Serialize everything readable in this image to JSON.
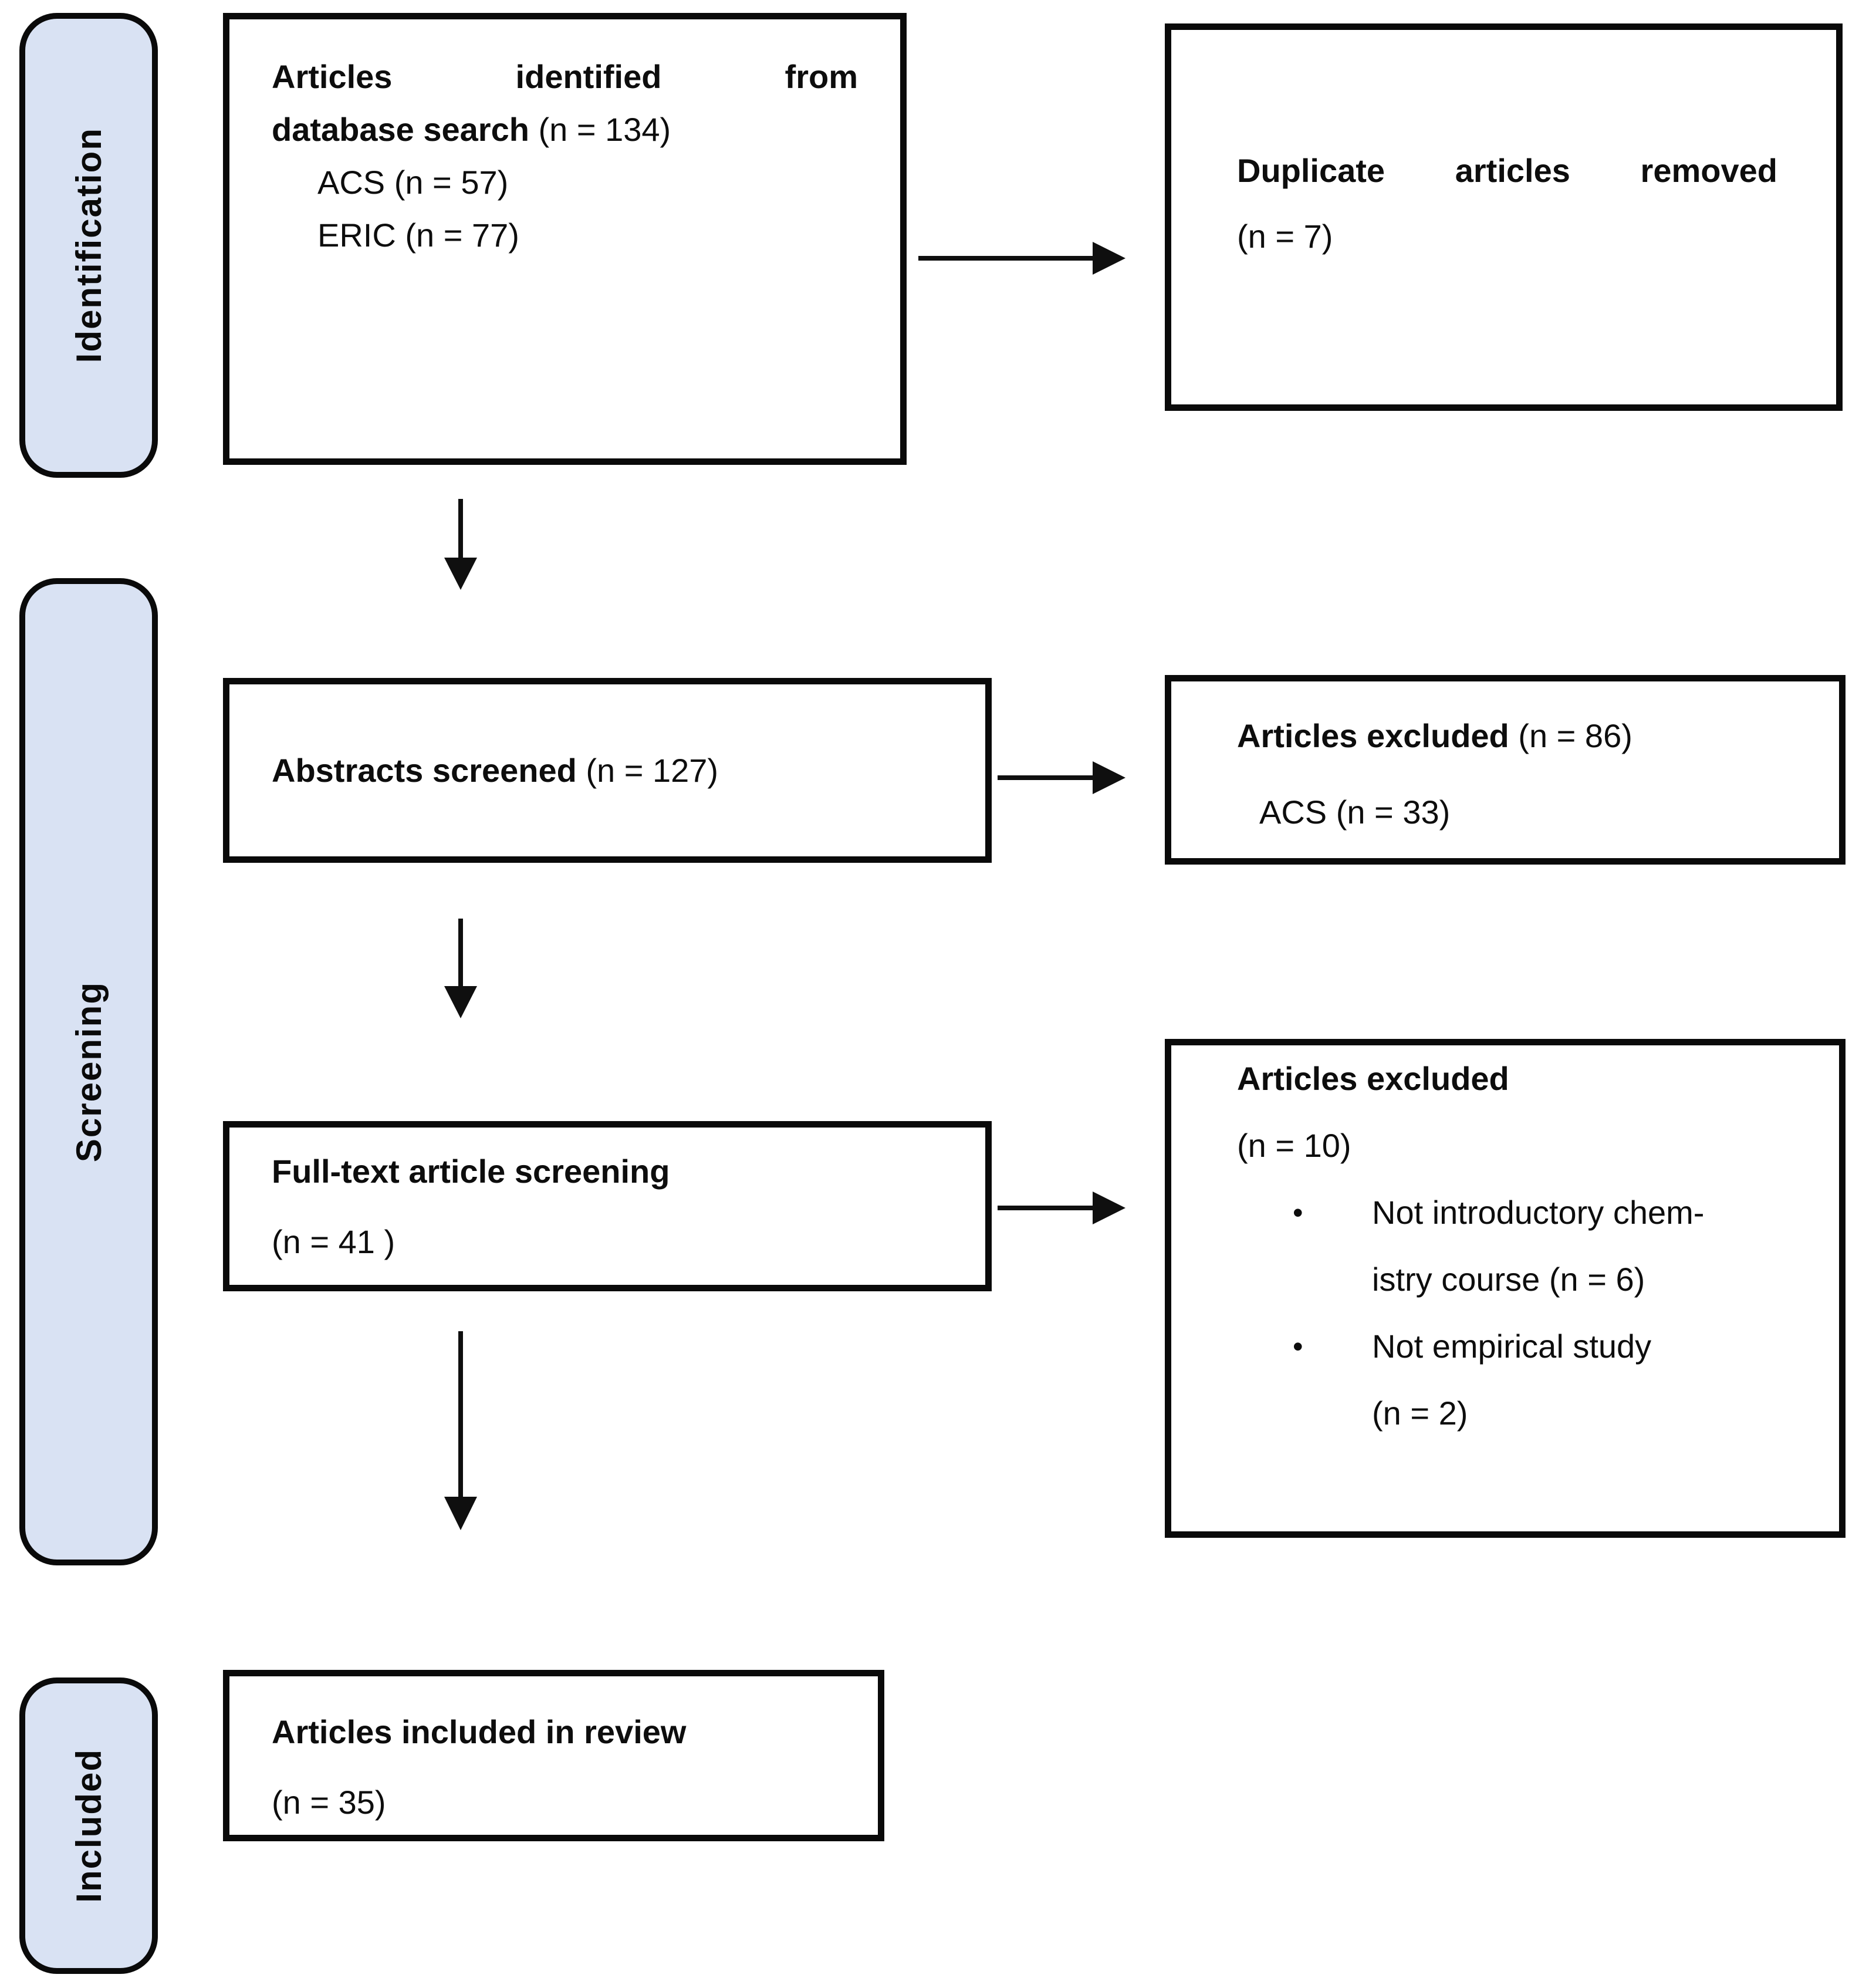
{
  "colors": {
    "background": "#ffffff",
    "stage_label_fill": "#d9e2f3",
    "border": "#0a0a0a",
    "text": "#0d0d0d"
  },
  "stage_labels": {
    "identification": "Identification",
    "screening": "Screening",
    "included": "Included"
  },
  "boxes": {
    "identified": {
      "line1_words": [
        "Articles",
        "identified",
        "from"
      ],
      "line2_bold": "database search",
      "line2_rest": " (n = 134)",
      "sub1": "ACS (n = 57)",
      "sub2": "ERIC (n = 77)"
    },
    "duplicates": {
      "line1_words": [
        "Duplicate",
        "articles",
        "removed"
      ],
      "line2": "(n = 7)"
    },
    "abstracts": {
      "bold": "Abstracts screened",
      "rest": " (n = 127)"
    },
    "excluded1": {
      "bold": "Articles excluded",
      "rest": " (n = 86)",
      "sub": "ACS (n = 33)"
    },
    "fulltext": {
      "line1": "Full-text article screening",
      "line2": "(n = 41 )"
    },
    "excluded2": {
      "line1": "Articles excluded",
      "line2": "(n = 10)",
      "bullet_glyph": "•",
      "bullet1_line1": "Not introductory chem-",
      "bullet1_line2": "istry course (n = 6)",
      "bullet2_line1": "Not empirical study",
      "bullet2_line2": "(n = 2)"
    },
    "included_box": {
      "line1": "Articles included in review",
      "line2": "(n = 35)"
    }
  }
}
